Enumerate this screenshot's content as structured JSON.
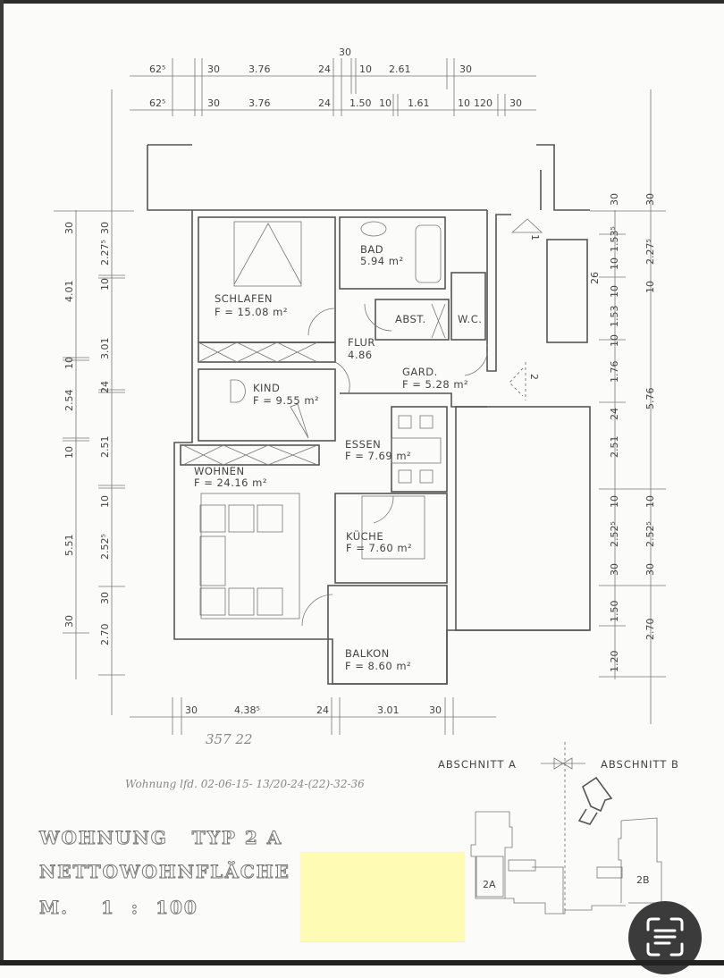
{
  "document": {
    "type": "floor-plan scan",
    "title_lines": [
      "WOHNUNG   TYP 2 A",
      "NETTOWOHNFLÄCHE",
      "M.    1  :  100"
    ],
    "handwritten": {
      "number": "357 22",
      "note": "Wohnung lfd. 02-06-15- 13/20-24-(22)-32-36"
    }
  },
  "rooms": [
    {
      "name": "SCHLAFEN",
      "area": "F  =  15.08 m²"
    },
    {
      "name": "BAD",
      "area": "5.94 m²"
    },
    {
      "name": "ABST.",
      "area": ""
    },
    {
      "name": "W.C.",
      "area": ""
    },
    {
      "name": "FLUR",
      "area": "4.86"
    },
    {
      "name": "GARD.",
      "area": "F = 5.28 m²"
    },
    {
      "name": "KIND",
      "area": "F = 9.55 m²"
    },
    {
      "name": "ESSEN",
      "area": "F = 7.69 m²"
    },
    {
      "name": "WOHNEN",
      "area": "F = 24.16 m²"
    },
    {
      "name": "KÜCHE",
      "area": "F = 7.60 m²"
    },
    {
      "name": "BALKON",
      "area": "F = 8.60 m²"
    }
  ],
  "dimensions": {
    "top_row1": [
      "62⁵",
      "30",
      "3.76",
      "24",
      "10",
      "2.61",
      "30"
    ],
    "top_row1_extra": "30",
    "top_row2": [
      "62⁵",
      "30",
      "3.76",
      "24",
      "1.50",
      "10",
      "1.61",
      "10",
      "120",
      "30"
    ],
    "bottom_row": [
      "30",
      "4.38⁵",
      "24",
      "3.01",
      "30"
    ],
    "left_outer": [
      "30",
      "4.01",
      "10",
      "2.54",
      "10",
      "5.51",
      "30",
      "2.70"
    ],
    "left_inner": [
      "30",
      "2.27⁵",
      "10",
      "3.01",
      "24",
      "2.51",
      "10",
      "2.52⁵",
      "30",
      "2.70"
    ],
    "right_inner": [
      "30",
      "1.53⁵",
      "10",
      "26",
      "10",
      "1.53",
      "10",
      "1.76",
      "24",
      "2.51",
      "10",
      "2.52⁵",
      "30",
      "1.50",
      "1.20"
    ],
    "right_outer": [
      "30",
      "2.27⁵",
      "10",
      "5.76",
      "10",
      "2.52⁵",
      "30",
      "2.70"
    ]
  },
  "markers": {
    "entrance_1": "1",
    "entrance_2": "2",
    "section_a": "ABSCHNITT  A",
    "section_b": "ABSCHNITT  B",
    "site_label_a": "2A",
    "site_label_b": "2B"
  },
  "viewer": {
    "scan_button_icon": "text-scan-icon",
    "sticky_note_color": "#fdfbb4"
  }
}
